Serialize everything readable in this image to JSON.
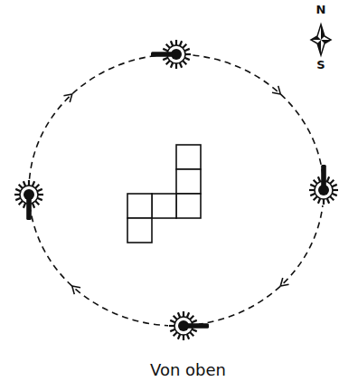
{
  "diagram": {
    "caption": "Von oben",
    "labels": [
      "N",
      "S"
    ]
  }
}
